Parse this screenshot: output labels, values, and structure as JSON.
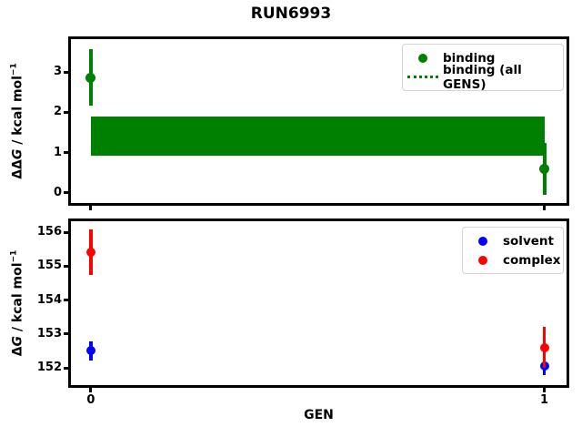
{
  "suptitle": "RUN6993",
  "colors": {
    "binding_green": "#008000",
    "solvent_blue": "#0000ff",
    "complex_red": "#ff0000",
    "legend_border": "#d4d4d4",
    "axis_black": "#000000"
  },
  "chart_data": [
    {
      "type": "errorbar",
      "position": "top",
      "ylabel": {
        "dd": "ΔΔ",
        "g": "G",
        "unit": " / kcal mol",
        "exp": "−1"
      },
      "xlabel": "",
      "xlim": [
        -0.044,
        1.049
      ],
      "ylim": [
        -0.25,
        3.82
      ],
      "yticks": [
        0,
        1,
        2,
        3
      ],
      "xticks": [
        0,
        1
      ],
      "show_xtick_labels": false,
      "grid": false,
      "series": [
        {
          "name": "binding",
          "marker": "circle",
          "color": "#008000",
          "x": [
            0,
            1
          ],
          "y": [
            2.86,
            0.6
          ],
          "yerr": [
            0.7,
            0.65
          ]
        }
      ],
      "band": {
        "name": "binding (all GENS)",
        "color": "#008000",
        "line_style": "dotted",
        "x": [
          0,
          1
        ],
        "y_low": 0.92,
        "y_high": 1.9,
        "y_center": 1.41
      },
      "legend": {
        "position": "upper right",
        "entries": [
          {
            "label": "binding",
            "glyph": "marker",
            "color": "#008000"
          },
          {
            "label": "binding (all GENS)",
            "glyph": "dotted-line",
            "color": "#008000"
          }
        ]
      }
    },
    {
      "type": "errorbar",
      "position": "bottom",
      "ylabel": {
        "dd": "Δ",
        "g": "G",
        "unit": " / kcal mol",
        "exp": "−1"
      },
      "xlabel": "GEN",
      "xlim": [
        -0.044,
        1.049
      ],
      "ylim": [
        151.49,
        156.33
      ],
      "yticks": [
        152,
        153,
        154,
        155,
        156
      ],
      "xticks": [
        0,
        1
      ],
      "xtick_labels": [
        "0",
        "1"
      ],
      "show_xtick_labels": true,
      "grid": false,
      "series": [
        {
          "name": "solvent",
          "marker": "circle",
          "color": "#0000ff",
          "x": [
            0,
            1
          ],
          "y": [
            152.5,
            152.05
          ],
          "yerr": [
            0.29,
            0.26
          ]
        },
        {
          "name": "complex",
          "marker": "circle",
          "color": "#ff0000",
          "x": [
            0,
            1
          ],
          "y": [
            155.42,
            152.6
          ],
          "yerr": [
            0.67,
            0.6
          ]
        }
      ],
      "legend": {
        "position": "upper right",
        "entries": [
          {
            "label": "solvent",
            "glyph": "marker",
            "color": "#0000ff"
          },
          {
            "label": "complex",
            "glyph": "marker",
            "color": "#ff0000"
          }
        ]
      }
    }
  ]
}
